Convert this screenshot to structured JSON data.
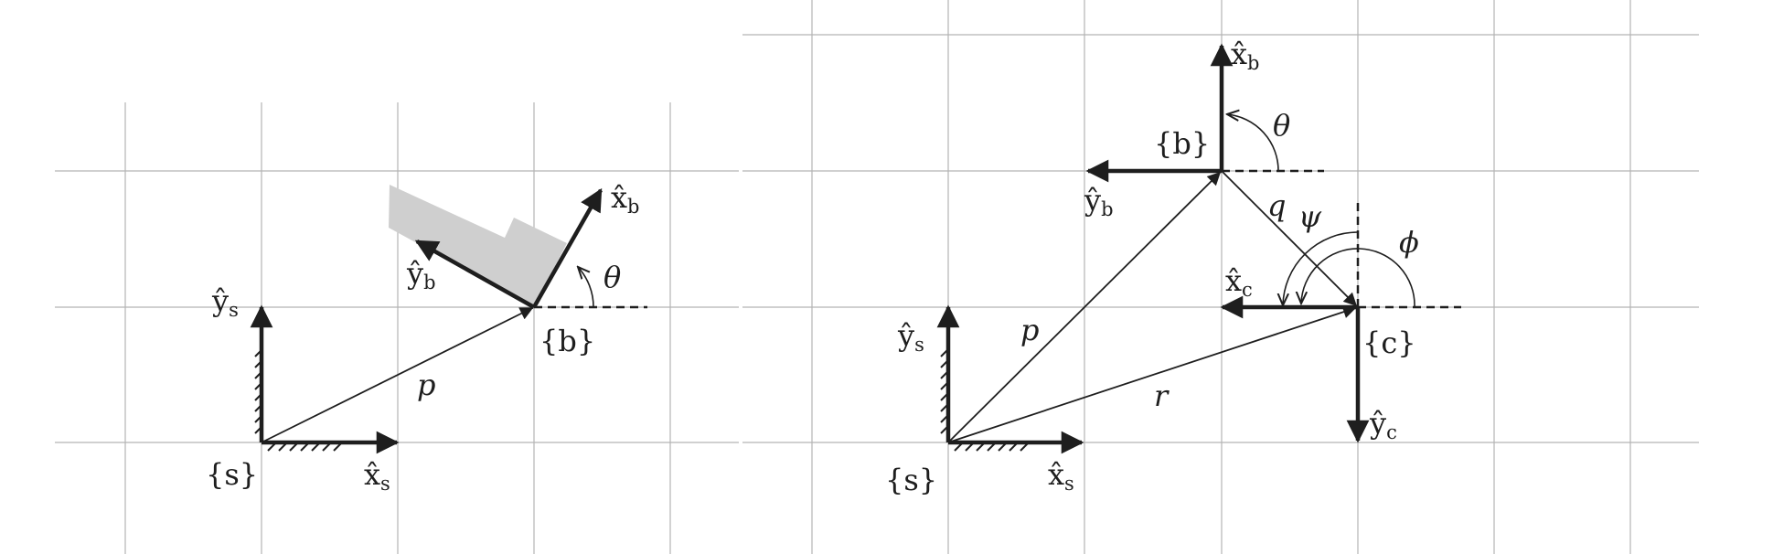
{
  "left_panel": {
    "frame_s": {
      "label": "{s}",
      "x_axis": "x̂",
      "x_sub": "s",
      "y_axis": "ŷ",
      "y_sub": "s"
    },
    "frame_b": {
      "label": "{b}",
      "x_axis": "x̂",
      "x_sub": "b",
      "y_axis": "ŷ",
      "y_sub": "b"
    },
    "vector_p": "p",
    "angle_theta": "θ"
  },
  "right_panel": {
    "frame_s": {
      "label": "{s}",
      "x_axis": "x̂",
      "x_sub": "s",
      "y_axis": "ŷ",
      "y_sub": "s"
    },
    "frame_b": {
      "label": "{b}",
      "x_axis": "x̂",
      "x_sub": "b",
      "y_axis": "ŷ",
      "y_sub": "b"
    },
    "frame_c": {
      "label": "{c}",
      "x_axis": "x̂",
      "x_sub": "c",
      "y_axis": "ŷ",
      "y_sub": "c"
    },
    "vector_p": "p",
    "vector_q": "q",
    "vector_r": "r",
    "angle_theta": "θ",
    "angle_psi": "ψ",
    "angle_phi": "ϕ"
  },
  "colors": {
    "ink": "#1e1e1e",
    "grid": "#b4b4b4",
    "body": "#cfcfcf"
  }
}
